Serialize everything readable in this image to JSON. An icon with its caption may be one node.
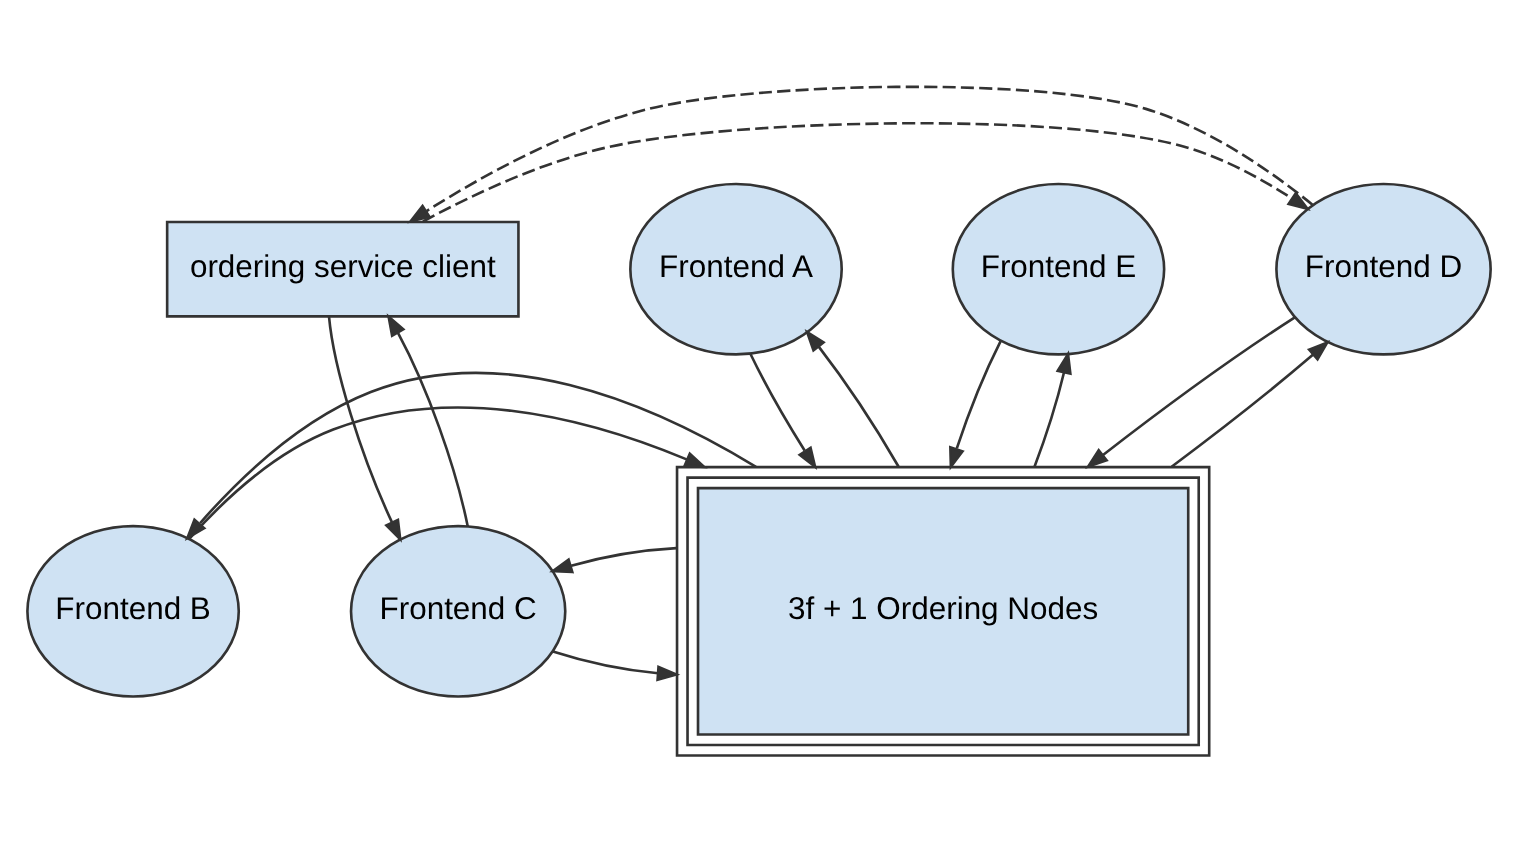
{
  "diagram": {
    "nodes": [
      {
        "text": [
          "Frontend A"
        ]
      },
      {
        "text": [
          "Frontend B"
        ]
      },
      {
        "text": [
          "Frontend C"
        ]
      },
      {
        "text": [
          "3f + 1 Ordering Nodes"
        ]
      },
      {
        "text": [
          "ordering service client"
        ]
      },
      {
        "text": [
          "Frontend D"
        ]
      },
      {
        "text": [
          "Frontend E"
        ]
      }
    ],
    "edges": [
      {
        "from": 0,
        "to": 3,
        "arrow": "to"
      },
      {
        "from": 3,
        "to": 0,
        "arrow": "to"
      },
      {
        "from": 1,
        "to": 3,
        "arrow": "to"
      },
      {
        "from": 3,
        "to": 1,
        "arrow": "to"
      },
      {
        "from": 2,
        "to": 3,
        "arrow": "to"
      },
      {
        "from": 3,
        "to": 2,
        "arrow": "to"
      },
      {
        "from": 4,
        "to": 2,
        "arrow": "to"
      },
      {
        "from": 2,
        "to": 4,
        "arrow": "to"
      },
      {
        "from": 4,
        "to": 5,
        "arrow": "to",
        "style": "dashed"
      },
      {
        "from": 5,
        "to": 4,
        "arrow": "to",
        "style": "dashed"
      },
      {
        "from": 5,
        "to": 3,
        "arrow": "to"
      },
      {
        "from": 3,
        "to": 5,
        "arrow": "to"
      },
      {
        "from": 6,
        "to": 3,
        "arrow": "to"
      },
      {
        "from": 3,
        "to": 6,
        "arrow": "to"
      }
    ]
  }
}
